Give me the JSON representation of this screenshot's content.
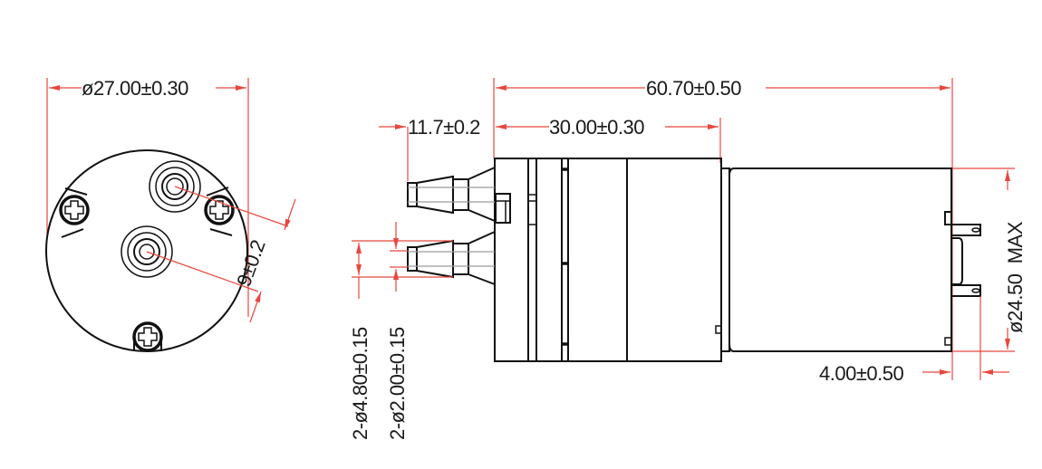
{
  "drawing": {
    "title": "Micro diaphragm pump dimension drawing",
    "colors": {
      "dimension_lines": "#e8473f",
      "outline": "#111111",
      "hidden_lines": "#9a9a9a",
      "background": "#ffffff"
    },
    "end_view": {
      "diameter_label": "ø27.00±0.30",
      "port_spacing_label": "9±0.2",
      "screws": 3,
      "ports": 2
    },
    "side_view": {
      "overall_length_label": "60.70±0.50",
      "nozzle_length_label": "11.7±0.2",
      "pump_head_length_label": "30.00±0.30",
      "motor_diameter_label": "ø24.50  MAX",
      "terminal_length_label": "4.00±0.50",
      "nozzle_outer_label": "2-ø4.80±0.15",
      "nozzle_inner_label": "2-ø2.00±0.15"
    }
  }
}
